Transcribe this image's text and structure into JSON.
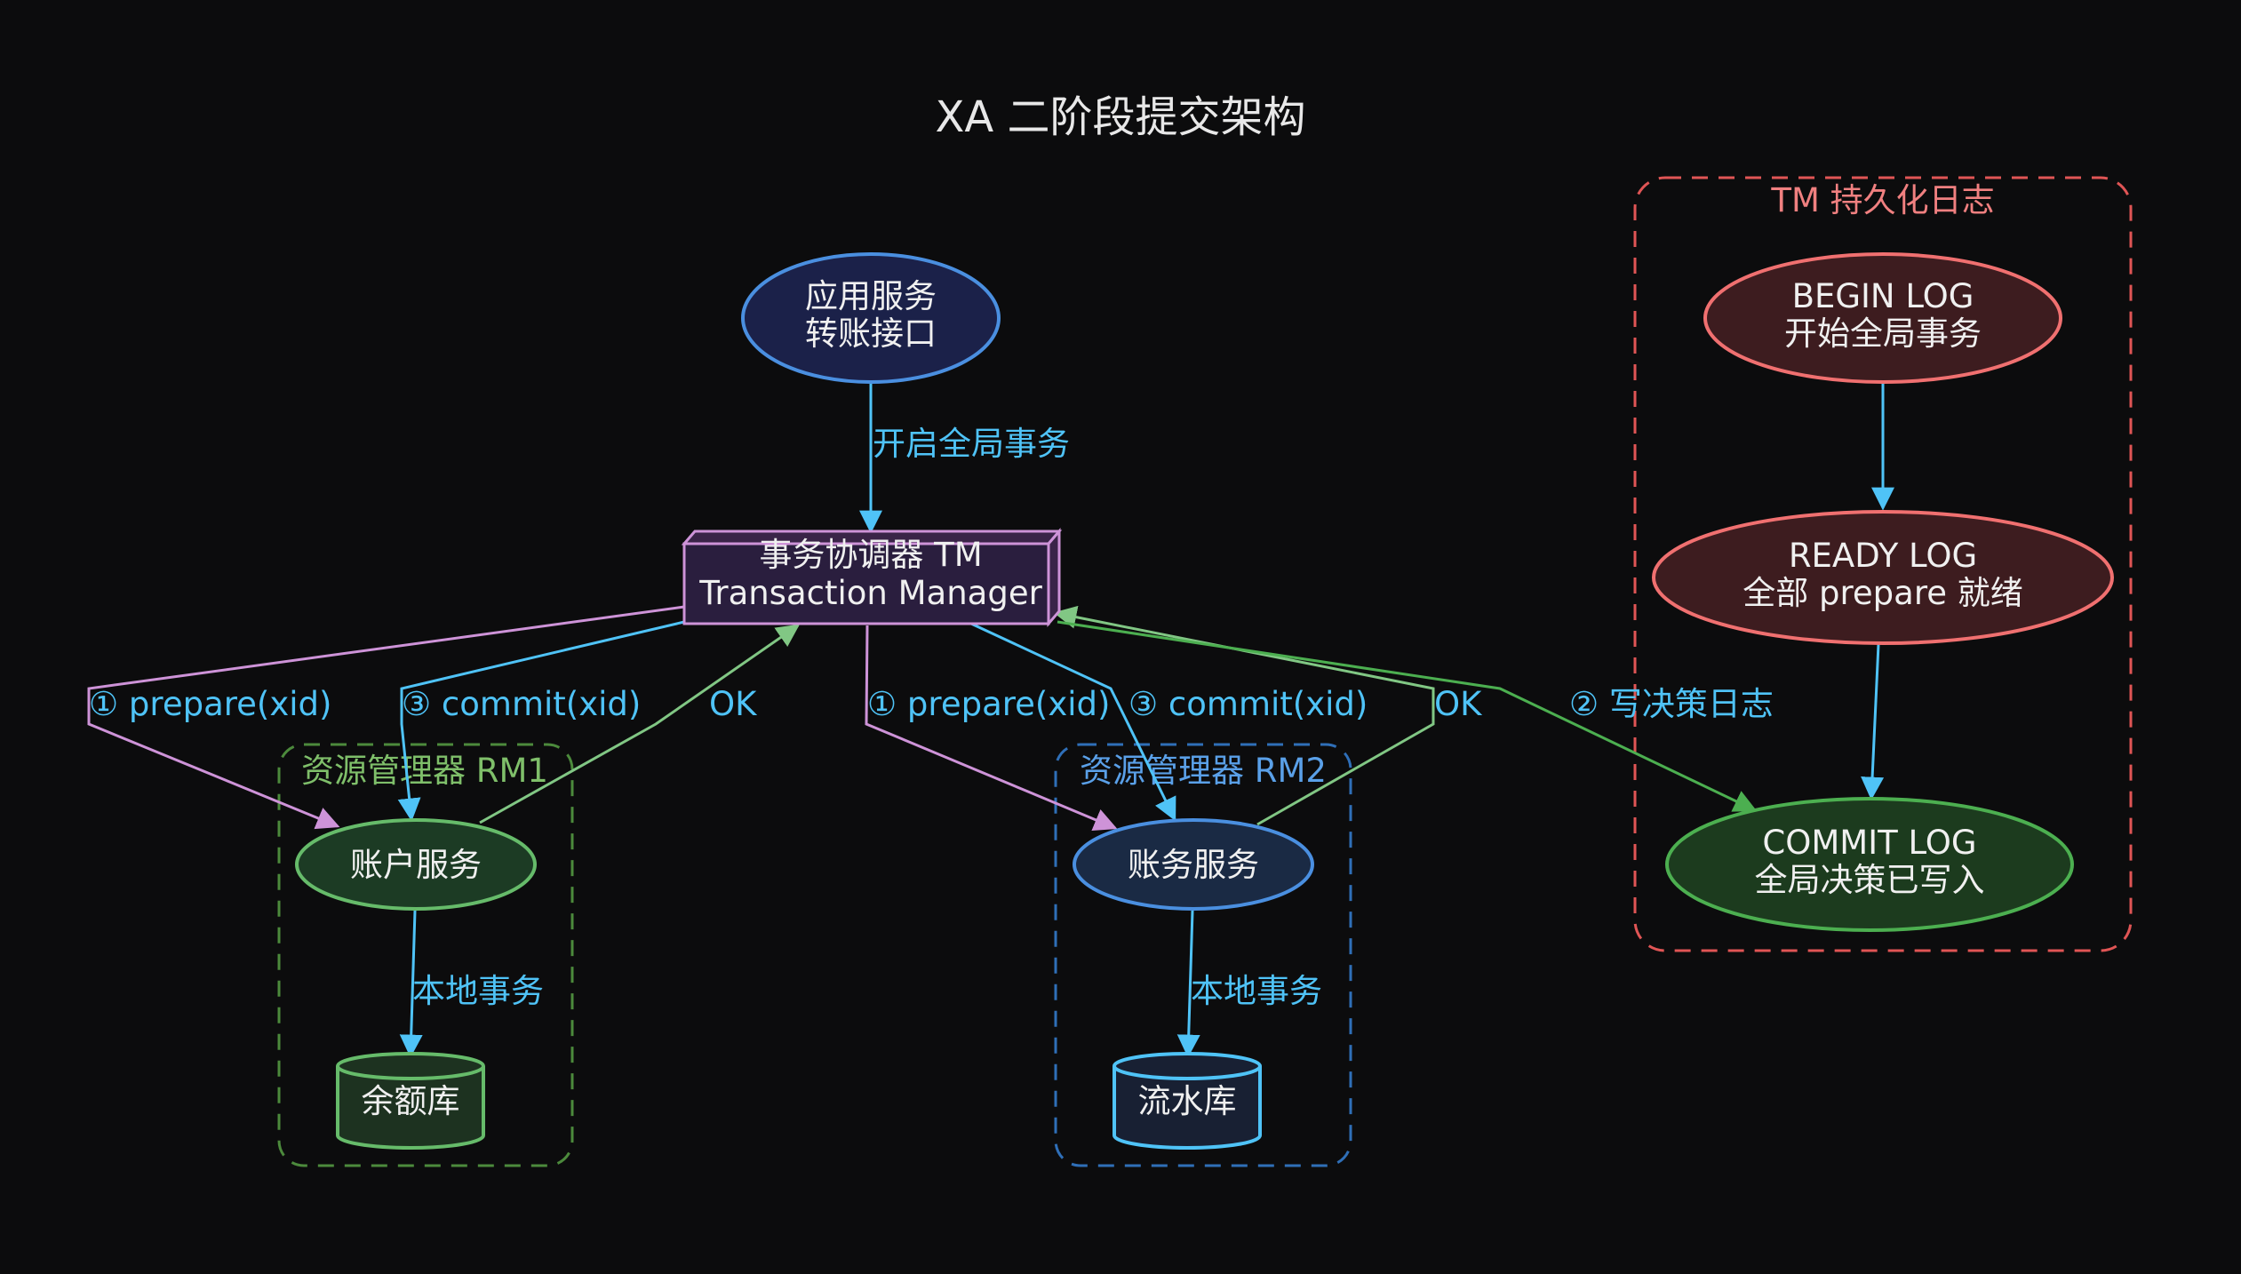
{
  "title": "XA 二阶段提交架构",
  "colors": {
    "background": "#0c0c0d",
    "edge_label": "#4fc3f7",
    "blue_edge": "#4fc3f7",
    "purple_edge": "#ce93d8",
    "green_edge": "#81c784",
    "log_green_edge": "#4caf50",
    "rm1_border": "#4c8a3c",
    "rm2_border": "#2f6fb8",
    "log_border": "#e05555"
  },
  "clusters": {
    "rm1": {
      "label": "资源管理器 RM1"
    },
    "rm2": {
      "label": "资源管理器 RM2"
    },
    "tm_log": {
      "label": "TM 持久化日志"
    }
  },
  "nodes": {
    "app": {
      "line1": "应用服务",
      "line2": "转账接口"
    },
    "tm": {
      "line1": "事务协调器 TM",
      "line2": "Transaction Manager"
    },
    "account_svc": {
      "label": "账户服务"
    },
    "ledger_svc": {
      "label": "账务服务"
    },
    "balance_db": {
      "label": "余额库"
    },
    "flow_db": {
      "label": "流水库"
    },
    "begin_log": {
      "line1": "BEGIN LOG",
      "line2": "开始全局事务"
    },
    "ready_log": {
      "line1": "READY LOG",
      "line2": "全部 prepare 就绪"
    },
    "commit_log": {
      "line1": "COMMIT LOG",
      "line2": "全局决策已写入"
    }
  },
  "edges": {
    "app_tm": "开启全局事务",
    "tm_rm1_prepare": "① prepare(xid)",
    "tm_rm1_commit": "③ commit(xid)",
    "rm1_tm_ok": "OK",
    "tm_rm2_prepare": "① prepare(xid)",
    "tm_rm2_commit": "③ commit(xid)",
    "rm2_tm_ok": "OK",
    "tm_log_decision": "② 写决策日志",
    "rm1_local": "本地事务",
    "rm2_local": "本地事务"
  }
}
